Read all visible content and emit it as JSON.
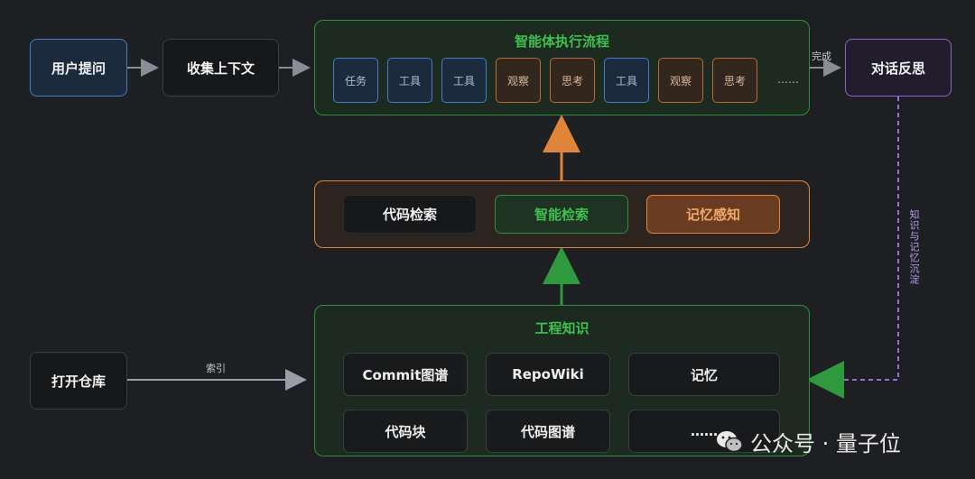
{
  "nodes": {
    "user_question": "用户提问",
    "collect_context": "收集上下文",
    "dialog_reflection": "对话反思",
    "open_repo": "打开仓库"
  },
  "agent_flow": {
    "title": "智能体执行流程",
    "steps": [
      {
        "label": "任务",
        "kind": "blue"
      },
      {
        "label": "工具",
        "kind": "blue"
      },
      {
        "label": "工具",
        "kind": "blue"
      },
      {
        "label": "观察",
        "kind": "orange"
      },
      {
        "label": "思考",
        "kind": "orange"
      },
      {
        "label": "工具",
        "kind": "blue"
      },
      {
        "label": "观察",
        "kind": "orange"
      },
      {
        "label": "思考",
        "kind": "orange"
      },
      {
        "label": "……",
        "kind": "plain"
      }
    ]
  },
  "retrieval": {
    "code_search": "代码检索",
    "smart_search": "智能检索",
    "memory_aware": "记忆感知"
  },
  "knowledge": {
    "title": "工程知识",
    "items": [
      "Commit图谱",
      "RepoWiki",
      "记忆",
      "代码块",
      "代码图谱",
      "……"
    ]
  },
  "edges": {
    "done_label": "完成",
    "index_label": "索引",
    "sediment_label": "知识与记忆沉淀"
  },
  "watermark": {
    "text": "公众号 · 量子位"
  },
  "colors": {
    "background": "#1e1f22",
    "blue": "#3f7fc6",
    "green": "#2f8f3a",
    "green_text": "#3fbf4f",
    "orange": "#e0843a",
    "purple": "#9b6ad6",
    "arrow_gray": "#8a8d93"
  }
}
